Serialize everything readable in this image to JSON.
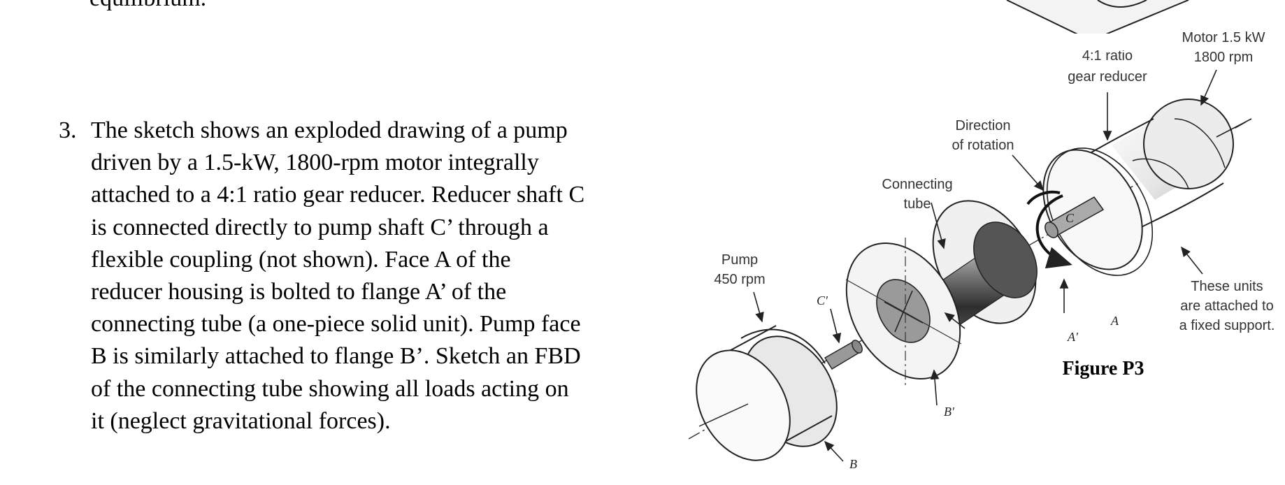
{
  "previous_problem_tail": "equilibrium.",
  "problem": {
    "number": "3.",
    "lines": [
      "The sketch shows an exploded drawing of a pump",
      "driven by a 1.5-kW, 1800-rpm motor integrally",
      "attached to a 4:1 ratio gear reducer. Reducer shaft C",
      "is connected directly to pump shaft C’ through a",
      "flexible coupling (not shown). Face A of the",
      "reducer housing is bolted to flange A’ of the",
      "connecting tube (a one-piece solid unit). Pump face",
      "B is similarly attached to flange B’. Sketch an FBD",
      "of the connecting tube showing all loads acting on",
      "it (neglect gravitational forces)."
    ]
  },
  "figure": {
    "caption": "Figure P3",
    "motor_label": [
      "Motor 1.5 kW",
      "1800 rpm"
    ],
    "reducer_label": [
      "4:1 ratio",
      "gear reducer"
    ],
    "rotation_label": [
      "Direction",
      "of rotation"
    ],
    "tube_label": [
      "Connecting",
      "tube"
    ],
    "pump_label": [
      "Pump",
      "450 rpm"
    ],
    "support_label": [
      "These units",
      "are attached to",
      "a fixed support."
    ],
    "letters": {
      "c": "C",
      "c_prime": "C'",
      "a": "A",
      "a_prime": "A'",
      "b": "B",
      "b_prime": "B'"
    }
  }
}
